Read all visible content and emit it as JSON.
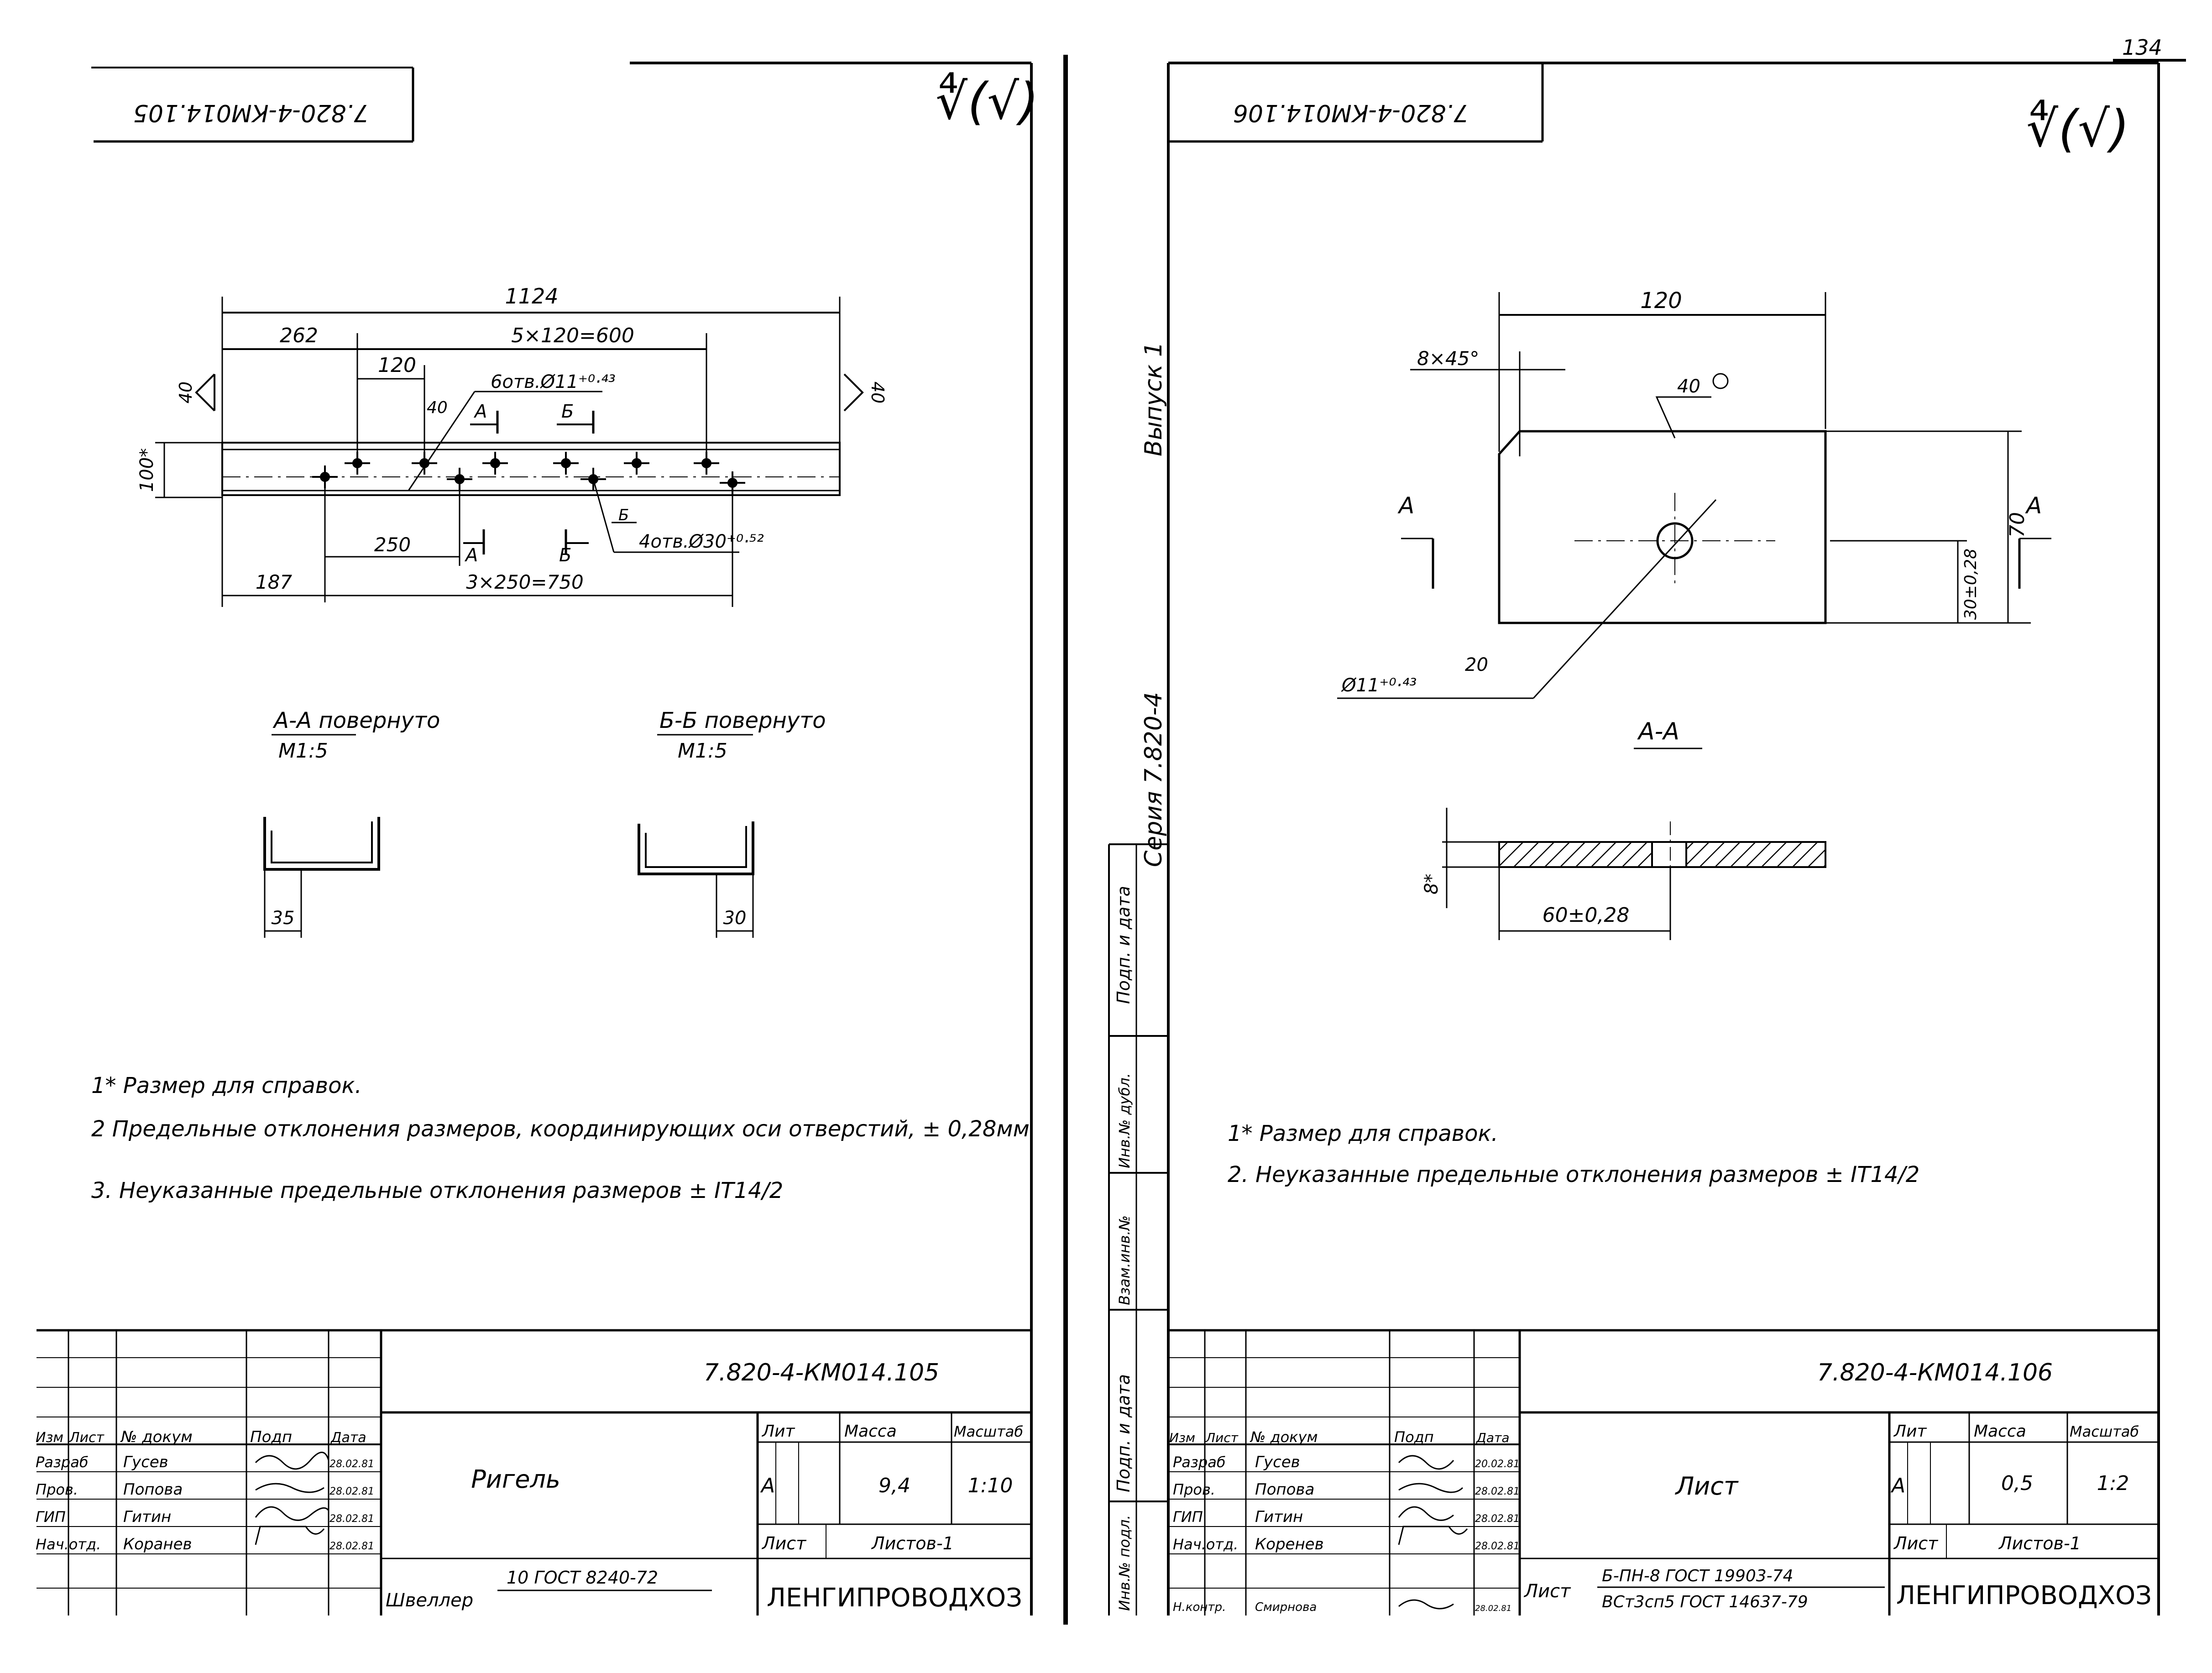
{
  "page": {
    "sheet_number": "134"
  },
  "left_sheet": {
    "doc_code_rotated": "7.820-4-КМ014.105",
    "roughness": "∜(√)",
    "dims": {
      "overall": "1124",
      "first": "262",
      "pitch_top": "5×120=600",
      "pitch_small": "120",
      "holes_top": "6отв.Ø11⁺⁰·⁴³",
      "height": "100*",
      "pitch_bottom_first": "250",
      "holes_bottom": "4отв.Ø30⁺⁰·⁵²",
      "start_bottom": "187",
      "pitch_bottom": "3×250=750",
      "weld_left": "40",
      "weld_right": "40",
      "weld_mid": "40",
      "mark_a": "А",
      "mark_b": "Б"
    },
    "sections": {
      "a": {
        "title": "А-А повернуто",
        "scale": "М1:5",
        "dim": "35"
      },
      "b": {
        "title": "Б-Б повернуто",
        "scale": "М1:5",
        "dim": "30"
      }
    },
    "notes": [
      "1* Размер для справок.",
      "2 Предельные отклонения размеров, координирующих оси отверстий, ± 0,28мм",
      "3. Неуказанные предельные отклонения размеров ± IT14/2"
    ],
    "title_block": {
      "code": "7.820-4-КМ014.105",
      "name": "Ригель",
      "headers": {
        "izm": "Изм",
        "list": "Лист",
        "doc": "№ докум",
        "sign": "Подп",
        "date": "Дата"
      },
      "roles": [
        {
          "role": "Разраб",
          "name": "Гусев",
          "date": "28.02.81"
        },
        {
          "role": "Пров.",
          "name": "Попова",
          "date": "28.02.81"
        },
        {
          "role": "ГИП",
          "name": "Гитин",
          "date": "28.02.81"
        },
        {
          "role": "Нач.отд.",
          "name": "Коранев",
          "date": "28.02.81"
        }
      ],
      "lit_label": "Лит",
      "mass_label": "Масса",
      "scale_label": "Масштаб",
      "lit": "А",
      "mass": "9,4",
      "scale": "1:10",
      "sheet_label": "Лист",
      "sheets_label": "Листов-1",
      "material": "Швеллер",
      "material_spec": "10 ГОСТ 8240-72",
      "org": "ЛЕНГИПРОВОДХОЗ"
    }
  },
  "right_sheet": {
    "doc_code_rotated": "7.820-4-КМ014.106",
    "roughness": "∜(√)",
    "side_text": {
      "issue": "Выпуск 1",
      "series": "Серия 7.820-4"
    },
    "side_stamp": [
      "Подп. и дата",
      "Инв.№ дубл.",
      "Взам.инв.№",
      "Подп. и дата",
      "Инв.№ подл."
    ],
    "dims": {
      "width": "120",
      "chamfer": "8×45°",
      "weld": "40",
      "height": "70",
      "hole_pos": "30±0,28",
      "hole": "Ø11⁺⁰·⁴³",
      "hole_leader": "20",
      "mark": "А",
      "section_width": "60±0,28",
      "thickness": "8*"
    },
    "section_title": "А-А",
    "notes": [
      "1* Размер для справок.",
      "2. Неуказанные предельные отклонения размеров ± IT14/2"
    ],
    "title_block": {
      "code": "7.820-4-КМ014.106",
      "name": "Лист",
      "headers": {
        "izm": "Изм",
        "list": "Лист",
        "doc": "№ докум",
        "sign": "Подп",
        "date": "Дата"
      },
      "roles": [
        {
          "role": "Разраб",
          "name": "Гусев",
          "date": "20.02.81"
        },
        {
          "role": "Пров.",
          "name": "Попова",
          "date": "28.02.81"
        },
        {
          "role": "ГИП",
          "name": "Гитин",
          "date": "28.02.81"
        },
        {
          "role": "Нач.отд.",
          "name": "Коренев",
          "date": "28.02.81"
        },
        {
          "role": "Н.контр.",
          "name": "Смирнова",
          "date": "28.02.81"
        }
      ],
      "lit_label": "Лит",
      "mass_label": "Масса",
      "scale_label": "Масштаб",
      "lit": "А",
      "mass": "0,5",
      "scale": "1:2",
      "sheet_label": "Лист",
      "sheets_label": "Листов-1",
      "material": "Лист",
      "material_spec_1": "Б-ПН-8 ГОСТ 19903-74",
      "material_spec_2": "ВСт3сп5 ГОСТ 14637-79",
      "org": "ЛЕНГИПРОВОДХОЗ"
    }
  }
}
